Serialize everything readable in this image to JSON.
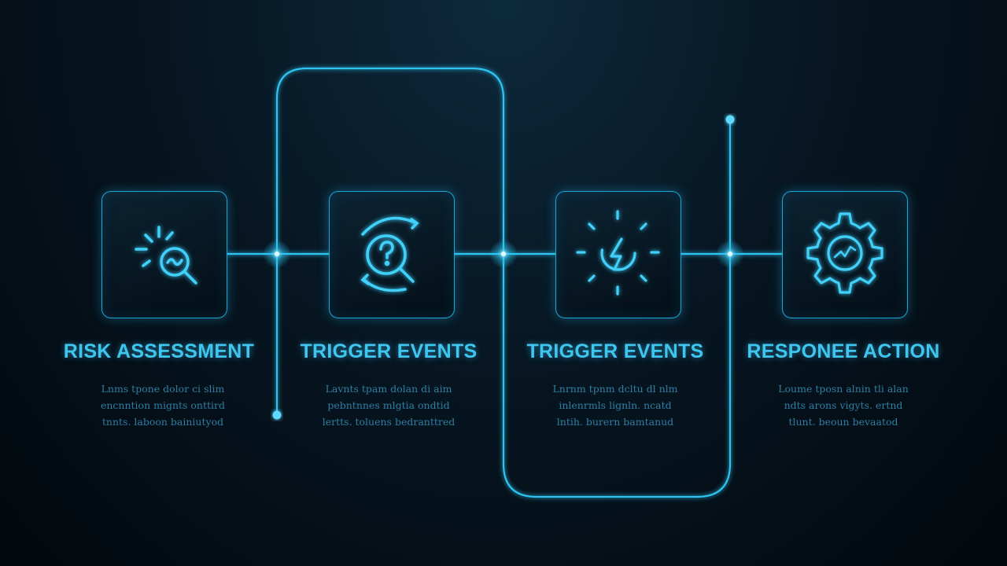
{
  "colors": {
    "accent": "#2ec4f2",
    "glow": "#7fe6ff",
    "background": "#041019"
  },
  "steps": [
    {
      "title": "RISK ASSESSMENT",
      "icon": "magnifier-alert-icon",
      "desc": [
        "Lnms tpone dolor ci slim",
        "encnntion mignts onttird",
        "tnnts. laboon bainiutyod"
      ]
    },
    {
      "title": "TRIGGER EVENTS",
      "icon": "question-search-cycle-icon",
      "desc": [
        "Lavnts tpam dolan di aim",
        "pebntnnes mlgtia ondtid",
        "lertts. toluens bedranttred"
      ]
    },
    {
      "title": "TRIGGER EVENTS",
      "icon": "lightning-bolt-icon",
      "desc": [
        "Lnrnm tpnm dcltu dl nlm",
        "inlenrmls lignln. ncatd",
        "lntih. burern bamtanud"
      ]
    },
    {
      "title": "RESPONEE ACTION",
      "icon": "gear-icon",
      "desc": [
        "Loume tposn alnin tli alan",
        "ndts arons vigyts. ertnd",
        "tlunt. beoun bevaatod"
      ]
    }
  ]
}
